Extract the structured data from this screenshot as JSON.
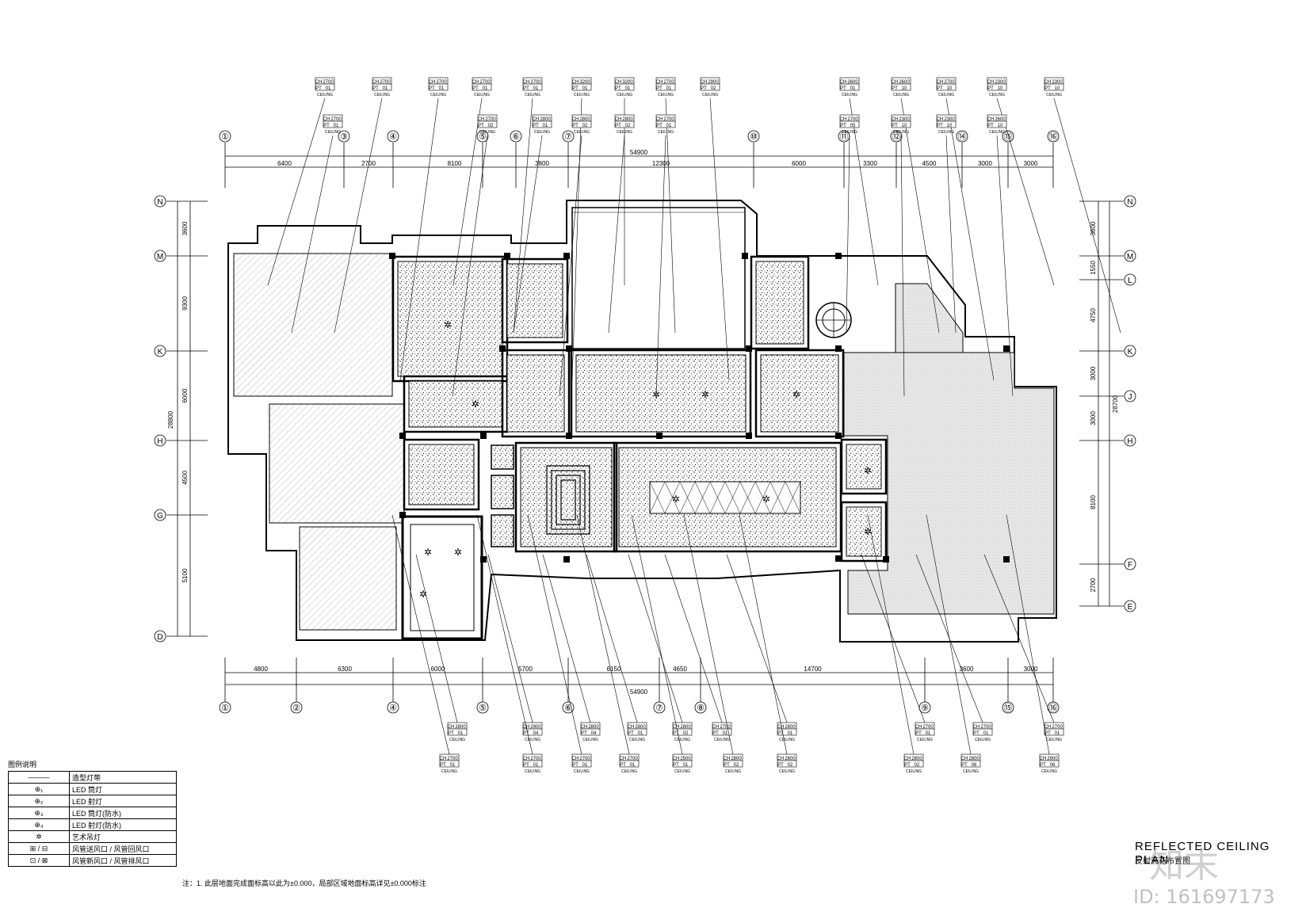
{
  "overall_dimension": "54900",
  "overall_height": "28700",
  "top_axes": [
    "①",
    "③",
    "④",
    "⑤",
    "⑥",
    "⑦",
    "⑩",
    "⑪",
    "⑫",
    "⑭",
    "⑮",
    "⑯"
  ],
  "top_dims": [
    "6400",
    "2700",
    "8100",
    "3800",
    "12300",
    "6000",
    "3300",
    "4500",
    "3000",
    "3000"
  ],
  "bottom_axes": [
    "①",
    "②",
    "④",
    "⑤",
    "⑥",
    "⑦",
    "⑧",
    "⑨",
    "⑮",
    "⑯"
  ],
  "bottom_dims": [
    "4800",
    "6300",
    "6000",
    "5700",
    "6150",
    "4650",
    "14700",
    "3600",
    "3000"
  ],
  "left_axes": [
    "N",
    "M",
    "K",
    "H",
    "G",
    "D"
  ],
  "left_dims": [
    "3600",
    "9300",
    "6000",
    "4500",
    "5100"
  ],
  "left_total": "28800",
  "right_axes": [
    "N",
    "M",
    "L",
    "K",
    "J",
    "H",
    "F",
    "E"
  ],
  "right_dims": [
    "3600",
    "1550",
    "4750",
    "3000",
    "3000",
    "8100",
    "2700"
  ],
  "top_tags_row1": [
    {
      "ch": "2700",
      "pt": "01"
    },
    {
      "ch": "2700",
      "pt": "01"
    },
    {
      "ch": "2700",
      "pt": "01"
    },
    {
      "ch": "2700",
      "pt": "01"
    },
    {
      "ch": "2700",
      "pt": "01"
    },
    {
      "ch": "3200",
      "pt": "01"
    },
    {
      "ch": "3200",
      "pt": "01"
    },
    {
      "ch": "2700",
      "pt": "01"
    },
    {
      "ch": "2900",
      "pt": "02"
    },
    {
      "ch": "2600",
      "pt": "01"
    },
    {
      "ch": "2600",
      "pt": "10"
    },
    {
      "ch": "2700",
      "pt": "10"
    },
    {
      "ch": "2300",
      "pt": "10"
    },
    {
      "ch": "2300",
      "pt": "10"
    }
  ],
  "top_tags_row2": [
    {
      "ch": "2700",
      "pt": "01"
    },
    {
      "ch": "2700",
      "pt": "02"
    },
    {
      "ch": "2800",
      "pt": "01"
    },
    {
      "ch": "2800",
      "pt": "02"
    },
    {
      "ch": "2800",
      "pt": "02"
    },
    {
      "ch": "2700",
      "pt": "01"
    },
    {
      "ch": "2700",
      "pt": "05"
    },
    {
      "ch": "2300",
      "pt": "10"
    },
    {
      "ch": "2300",
      "pt": "10"
    },
    {
      "ch": "2600",
      "pt": "10"
    }
  ],
  "bottom_tags_row1": [
    {
      "ch": "2800",
      "pt": "01"
    },
    {
      "ch": "2900",
      "pt": "04"
    },
    {
      "ch": "2800",
      "pt": "04"
    },
    {
      "ch": "2800",
      "pt": "01"
    },
    {
      "ch": "2800",
      "pt": "02"
    },
    {
      "ch": "2700",
      "pt": "01"
    },
    {
      "ch": "2800",
      "pt": "01"
    },
    {
      "ch": "2700",
      "pt": "01"
    },
    {
      "ch": "2700",
      "pt": "01"
    },
    {
      "ch": "2700",
      "pt": "01"
    }
  ],
  "bottom_tags_row2": [
    {
      "ch": "2700",
      "pt": "01"
    },
    {
      "ch": "2700",
      "pt": "01"
    },
    {
      "ch": "2700",
      "pt": "01"
    },
    {
      "ch": "2700",
      "pt": "01"
    },
    {
      "ch": "2500",
      "pt": "01"
    },
    {
      "ch": "2800",
      "pt": "02"
    },
    {
      "ch": "2800",
      "pt": "02"
    },
    {
      "ch": "2800",
      "pt": "02"
    },
    {
      "ch": "2800",
      "pt": "06"
    },
    {
      "ch": "2900",
      "pt": "06"
    }
  ],
  "tag_word": "CEILING",
  "legend": {
    "title": "图例说明",
    "rows": [
      {
        "symbol": "———",
        "text": "造型灯带"
      },
      {
        "symbol": "⊕₁",
        "text": "LED 筒灯"
      },
      {
        "symbol": "⊕₂",
        "text": "LED 射灯"
      },
      {
        "symbol": "⊕₃",
        "text": "LED 筒灯(防水)"
      },
      {
        "symbol": "⊕₄",
        "text": "LED 射灯(防水)"
      },
      {
        "symbol": "✲",
        "text": "艺术吊灯"
      },
      {
        "symbol": "⊞ / ⊟",
        "text": "风管送风口 / 风管回风口"
      },
      {
        "symbol": "⊡ / ⊠",
        "text": "风管新风口 / 风管排风口"
      }
    ]
  },
  "note": "注：1. 此层地面完成面标高以此为±0.000，局部区域地面标高详见±0.000标注",
  "title_en": "REFLECTED CEILING PLAN",
  "title_cn": "反射天花布置图",
  "watermark": "知末",
  "watermark_id": "ID: 161697173"
}
